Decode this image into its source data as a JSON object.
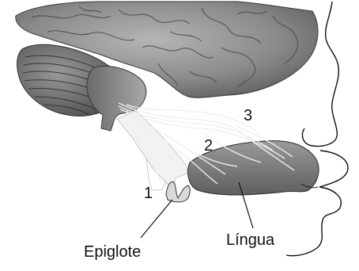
{
  "labels": {
    "n1": "1",
    "n2": "2",
    "n3": "3",
    "epiglote": "Epiglote",
    "lingua": "Língua"
  },
  "colors": {
    "brain": "#8a8a8a",
    "brain_dark": "#4a4a4a",
    "cerebellum": "#6e6e6e",
    "tongue": "#7a7a7a",
    "nerve": "#e8e8e8",
    "outline": "#111111"
  }
}
